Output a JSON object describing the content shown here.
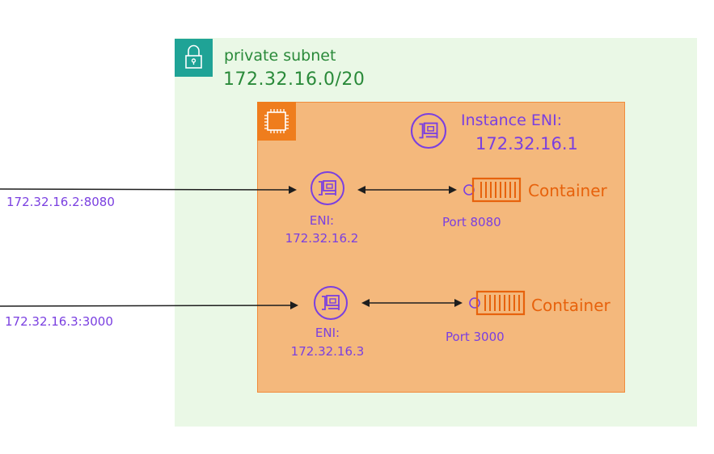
{
  "subnet": {
    "label": "private subnet",
    "cidr": "172.32.16.0/20"
  },
  "instance": {
    "eni_label": "Instance ENI:",
    "eni_ip": "172.32.16.1"
  },
  "enis": [
    {
      "label": "ENI:",
      "ip": "172.32.16.2",
      "port": "Port 8080",
      "container": "Container",
      "external": "172.32.16.2:8080"
    },
    {
      "label": "ENI:",
      "ip": "172.32.16.3",
      "port": "Port 3000",
      "container": "Container",
      "external": "172.32.16.3:3000"
    }
  ],
  "icons": {
    "subnet_badge": "lock-icon",
    "instance_badge": "chip-icon",
    "eni": "network-interface-icon",
    "container": "container-icon"
  },
  "colors": {
    "subnet_bg": "#eaf8e6",
    "subnet_badge": "#1fa396",
    "instance_bg": "#f4b87c",
    "instance_badge": "#ef7d1d",
    "eni": "#7a3fe0",
    "container": "#e7620c"
  }
}
